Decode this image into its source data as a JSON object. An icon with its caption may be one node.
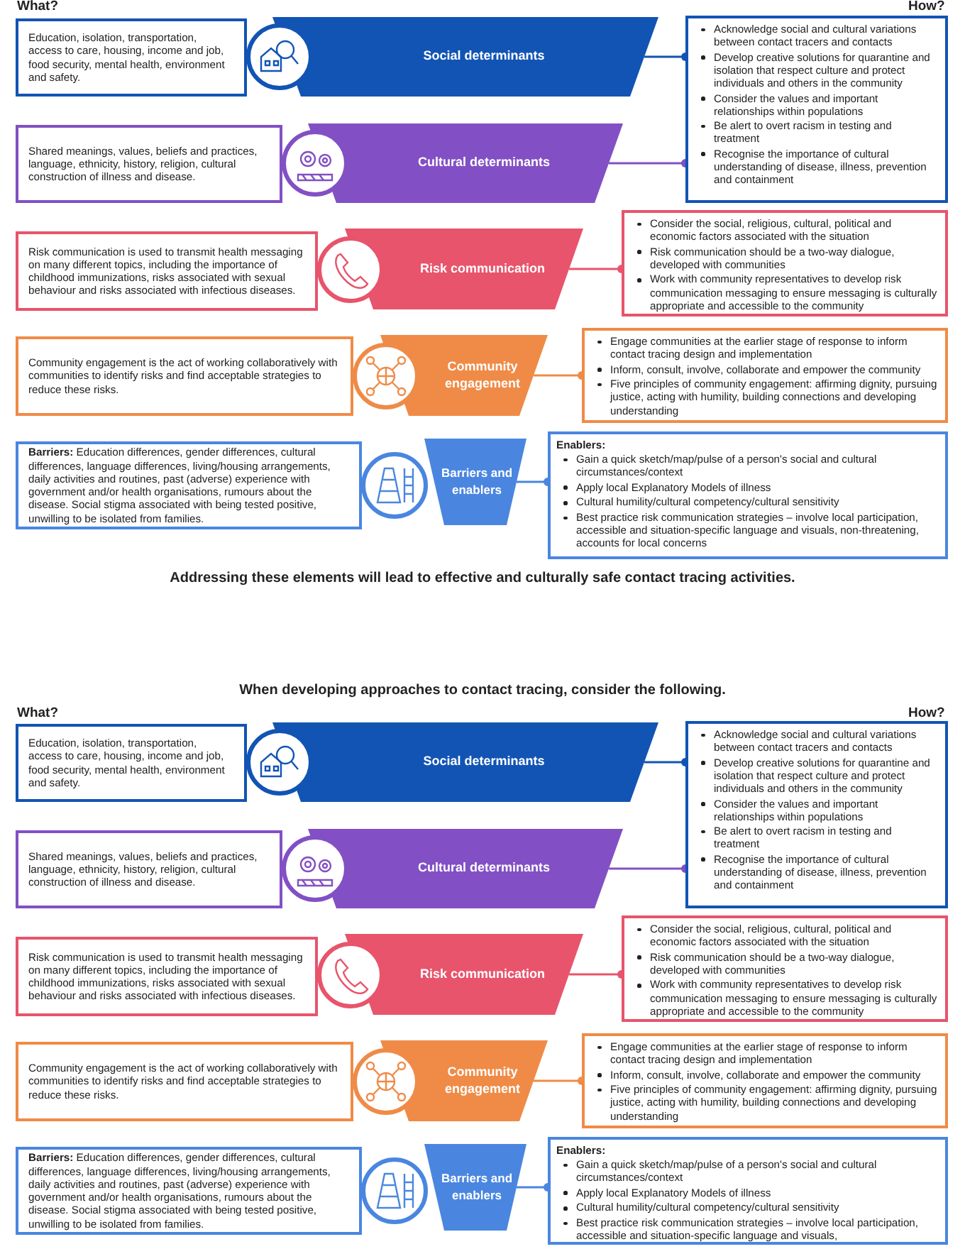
{
  "diagram": {
    "nodes": [
      {
        "text": [
          "Education, isolation, transportation, access to care, housing, income and job, food security, mental health, environment and safety."
        ]
      },
      {
        "text": [
          "Social determinants"
        ]
      },
      {
        "text": [
          "Acknowledge social and cultural variations between contact tracers and contacts",
          "Develop creative solutions for quarantine and isolation that respect culture and protect individuals and others in the community",
          "Consider the values and important relationships within populations",
          "Be alert to overt racism in testing and treatment",
          "Recognise the importance of cultural understanding of disease, illness, prevention and containment"
        ]
      },
      {
        "text": [
          "Shared meanings, values, beliefs and practices, language, ethnicity, history, religion, cultural construction of illness and disease."
        ]
      },
      {
        "text": [
          "Cultural determinants"
        ]
      },
      {
        "text": [
          "Risk communication is used to transmit health messaging on many different topics, including the importance of childhood immunizations, risks associated with sexual behaviour and risks associated with infectious diseases."
        ]
      },
      {
        "text": [
          "Risk communication"
        ]
      },
      {
        "text": [
          "Consider the social, religious, cultural, political and economic factors associated with the situation",
          "Risk communication should be a two-way dialogue, developed with communities",
          "Work with community representatives to develop risk communication messaging to ensure messaging is culturally appropriate and accessible to the community"
        ]
      },
      {
        "text": [
          "Community engagement is the act of working collaboratively with communities to identify risks and find acceptable strategies to reduce these risks."
        ]
      },
      {
        "text": [
          "Community engagement"
        ]
      },
      {
        "text": [
          "Engage communities at the earlier stage of response to inform contact tracing design and implementation",
          "Inform, consult, involve, collaborate and empower the community",
          "Five principles of community engagement: affirming dignity, pursuing justice, acting with humility, building connections and developing understanding"
        ]
      },
      {
        "text": [
          "**Barriers:** Education differences, gender differences, cultural differences, language differences, living/housing arrangements, daily activities and routines, past (adverse) experience with government and/or health organisations, rumours about the disease. Social stigma associated with being tested positive, unwilling to be isolated from families."
        ]
      },
      {
        "text": [
          "Barriers and enablers"
        ]
      },
      {
        "text": [
          "Enablers:",
          "Gain a quick sketch/map/pulse of a person's social and cultural circumstances/context",
          "Apply local Explanatory Models of illness",
          "Cultural humility/cultural competency/cultural sensitivity",
          "Best practice risk communication strategies – involve local participation, accessible and situation-specific language and visuals, non-threatening, accounts for local concerns"
        ]
      },
      {
        "text": [
          "Education, isolation, transportation, access to care, housing, income and job, food security, mental health, environment and safety."
        ]
      },
      {
        "text": [
          "Social determinants"
        ]
      },
      {
        "text": [
          "Acknowledge social and cultural variations between contact tracers and contacts",
          "Develop creative solutions for quarantine and isolation that respect culture and protect individuals and others in the community",
          "Consider the values and important relationships within populations",
          "Be alert to overt racism in testing and treatment",
          "Recognise the importance of cultural understanding of disease, illness, prevention and containment"
        ]
      },
      {
        "text": [
          "Shared meanings, values, beliefs and practices, language, ethnicity, history, religion, cultural construction of illness and disease."
        ]
      },
      {
        "text": [
          "Cultural determinants"
        ]
      },
      {
        "text": [
          "Risk communication is used to transmit health messaging on many different topics, including the importance of childhood immunizations, risks associated with sexual behaviour and risks associated with infectious diseases."
        ]
      },
      {
        "text": [
          "Risk communication"
        ]
      },
      {
        "text": [
          "Consider the social, religious, cultural, political and economic factors associated with the situation",
          "Risk communication should be a two-way dialogue, developed with communities",
          "Work with community representatives to develop risk communication messaging to ensure messaging is culturally appropriate and accessible to the community"
        ]
      },
      {
        "text": [
          "Community engagement is the act of working collaboratively with communities to identify risks and find acceptable strategies to reduce these risks."
        ]
      },
      {
        "text": [
          "Community engagement"
        ]
      },
      {
        "text": [
          "Engage communities at the earlier stage of response to inform contact tracing design and implementation",
          "Inform, consult, involve, collaborate and empower the community",
          "Five principles of community engagement: affirming dignity, pursuing justice, acting with humility, building connections and developing understanding"
        ]
      },
      {
        "text": [
          "**Barriers:** Education differences, gender differences, cultural differences, language differences, living/housing arrangements, daily activities and routines, past (adverse) experience with government and/or health organisations, rumours about the disease. Social stigma associated with being tested positive, unwilling to be isolated from families."
        ]
      },
      {
        "text": [
          "Barriers and enablers"
        ]
      },
      {
        "text": [
          "Enablers:",
          "Gain a quick sketch/map/pulse of a person's social and cultural circumstances/context",
          "Apply local Explanatory Models of illness",
          "Cultural humility/cultural competency/cultural sensitivity",
          "Best practice risk communication strategies – involve local participation, accessible and situation-specific language and visuals,"
        ]
      }
    ],
    "edges": [
      {
        "from": 1,
        "to": 2,
        "arrow": "other",
        "color": "#1254b4"
      },
      {
        "from": 4,
        "to": 2,
        "arrow": "other",
        "color": "#8250c4"
      },
      {
        "from": 6,
        "to": 7,
        "arrow": "other",
        "color": "#e8546b"
      },
      {
        "from": 9,
        "to": 10,
        "arrow": "other",
        "color": "#ef8b47"
      },
      {
        "from": 12,
        "to": 13,
        "arrow": "other",
        "color": "#4a86e0"
      },
      {
        "from": 15,
        "to": 16,
        "arrow": "other",
        "color": "#1254b4"
      },
      {
        "from": 18,
        "to": 16,
        "arrow": "other",
        "color": "#8250c4"
      },
      {
        "from": 20,
        "to": 21,
        "arrow": "other",
        "color": "#e8546b"
      },
      {
        "from": 23,
        "to": 24,
        "arrow": "other",
        "color": "#ef8b47"
      },
      {
        "from": 26,
        "to": 27,
        "arrow": "other",
        "color": "#4a86e0"
      }
    ],
    "labels": [
      "What?",
      "How?",
      "Addressing these elements will lead to effective and culturally safe contact tracing activities.",
      "When developing approaches to contact tracing, consider the following.",
      "What?",
      "How?"
    ]
  }
}
